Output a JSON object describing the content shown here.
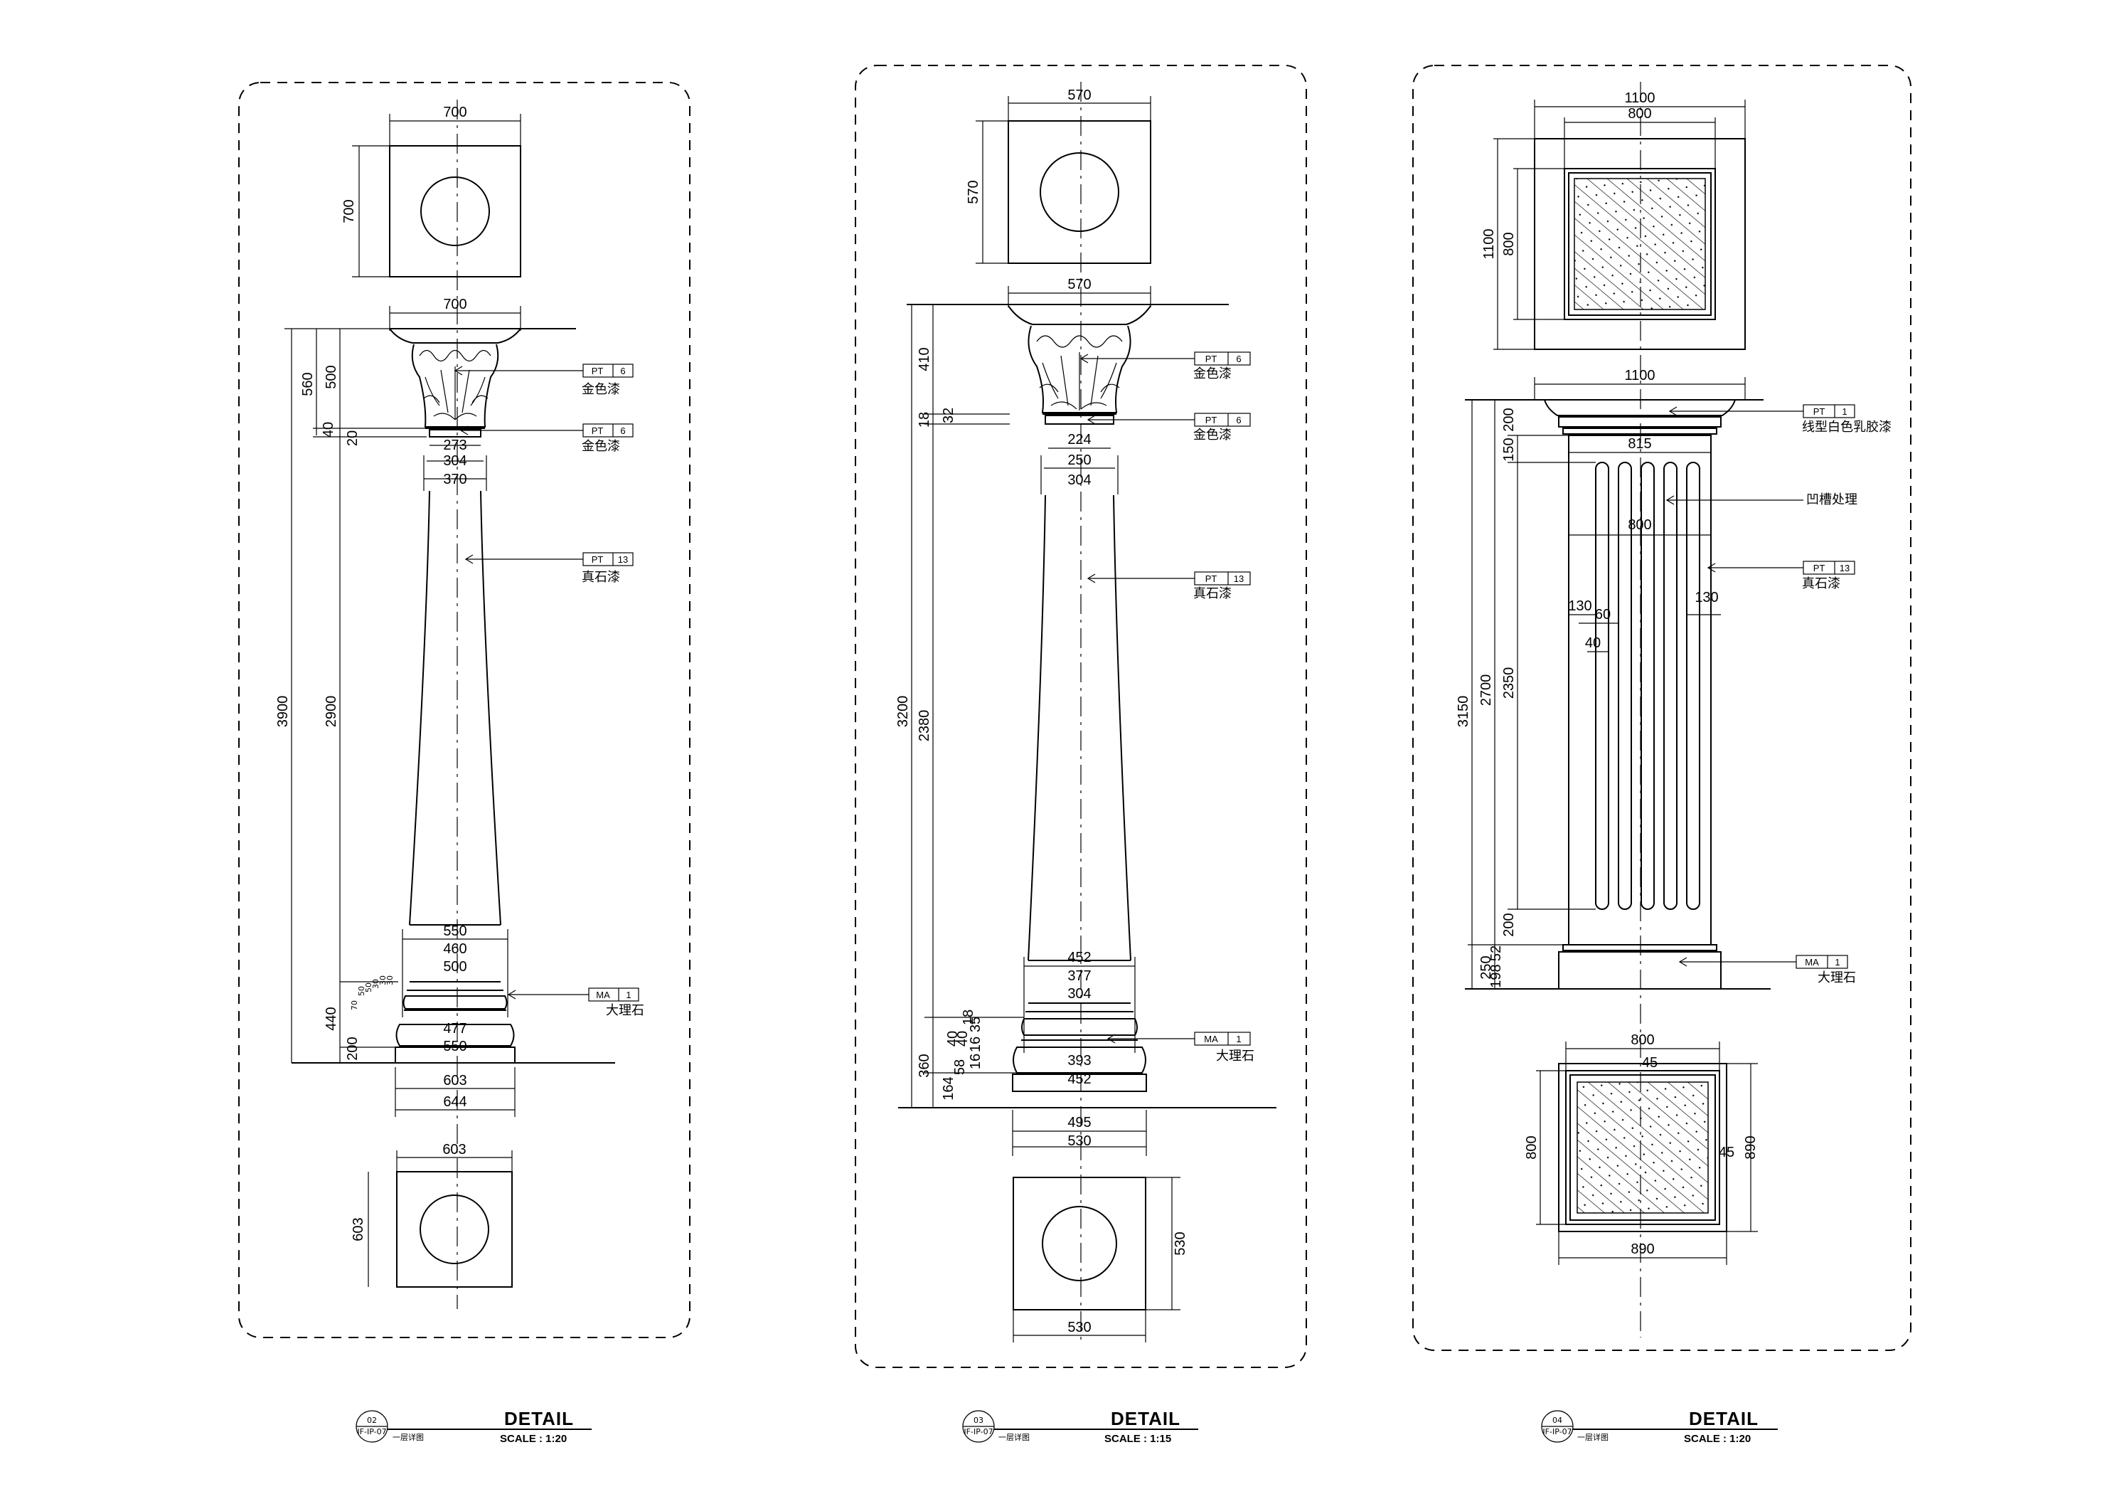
{
  "panels": [
    {
      "top_plan": {
        "w": "700",
        "h": "700"
      },
      "bottom_plan": {
        "w": "603",
        "h": "603"
      },
      "capital_width": "700",
      "neck": [
        "273",
        "304",
        "370"
      ],
      "base_top": [
        "550",
        "460",
        "500"
      ],
      "base_bottom": [
        "477",
        "550"
      ],
      "plinth": [
        "603",
        "644"
      ],
      "vertical": [
        "3900",
        "560",
        "500",
        "40",
        "20",
        "2900",
        "440",
        "200",
        "70",
        "50",
        "50",
        "30",
        "30",
        "30"
      ],
      "tags": [
        {
          "code": "PT",
          "num": "6",
          "note": "金色漆"
        },
        {
          "code": "PT",
          "num": "6",
          "note": "金色漆"
        },
        {
          "code": "PT",
          "num": "13",
          "note": "真石漆"
        },
        {
          "code": "MA",
          "num": "1",
          "note": "大理石"
        }
      ],
      "title": {
        "num": "02",
        "ref": "IF-IP-07",
        "name": "一层详图",
        "label": "DETAIL",
        "scale": "SCALE :   1:20"
      }
    },
    {
      "top_plan": {
        "w": "570",
        "h": "570"
      },
      "bottom_plan": {
        "w": "530",
        "h": "530"
      },
      "capital_width": "570",
      "neck": [
        "224",
        "250",
        "304"
      ],
      "base_top": [
        "452",
        "377",
        "304"
      ],
      "base_bottom": [
        "393",
        "452"
      ],
      "plinth": [
        "495",
        "530"
      ],
      "vertical": [
        "3200",
        "410",
        "18",
        "32",
        "2380",
        "360",
        "40",
        "40",
        "58",
        "164",
        "35",
        "16",
        "16",
        "18"
      ],
      "tags": [
        {
          "code": "PT",
          "num": "6",
          "note": "金色漆"
        },
        {
          "code": "PT",
          "num": "6",
          "note": "金色漆"
        },
        {
          "code": "PT",
          "num": "13",
          "note": "真石漆"
        },
        {
          "code": "MA",
          "num": "1",
          "note": "大理石"
        }
      ],
      "title": {
        "num": "03",
        "ref": "IF-IP-07",
        "name": "一层详图",
        "label": "DETAIL",
        "scale": "SCALE :   1:15"
      }
    },
    {
      "top_plan": {
        "outer": "1100",
        "inner": "800",
        "h_outer": "1100",
        "h_inner": "800"
      },
      "capital_width": "1100",
      "shaft": [
        "815",
        "800"
      ],
      "flutes": [
        "130",
        "60",
        "40",
        "130"
      ],
      "vertical": [
        "3150",
        "2700",
        "2350",
        "250",
        "200",
        "150",
        "200",
        "52",
        "198"
      ],
      "bottom_plan": {
        "w_inner": "800",
        "w_outer": "890",
        "h_inner": "800",
        "h_outer": "890",
        "gap": "45",
        "gap2": "45"
      },
      "tags": [
        {
          "code": "PT",
          "num": "1",
          "note": "线型白色乳胶漆"
        },
        {
          "code": "",
          "num": "",
          "note": "凹槽处理"
        },
        {
          "code": "PT",
          "num": "13",
          "note": "真石漆"
        },
        {
          "code": "MA",
          "num": "1",
          "note": "大理石"
        }
      ],
      "title": {
        "num": "04",
        "ref": "IF-IP-07",
        "name": "一层详图",
        "label": "DETAIL",
        "scale": "SCALE :   1:20"
      }
    }
  ]
}
